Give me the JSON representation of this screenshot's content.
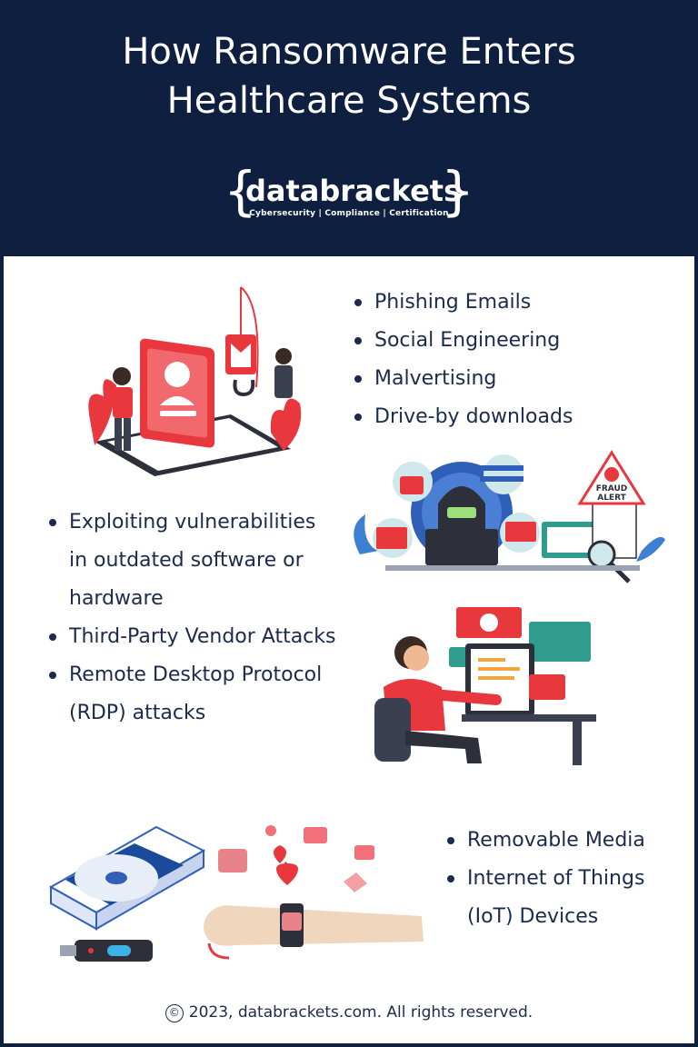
{
  "header": {
    "title_line1": "How Ransomware Enters",
    "title_line2": "Healthcare Systems"
  },
  "logo": {
    "brace_open": "{",
    "brace_close": "}",
    "word": "databrackets",
    "tagline": "Cybersecurity | Compliance | Certification"
  },
  "section1": {
    "items": [
      "Phishing Emails",
      "Social Engineering",
      "Malvertising",
      "Drive-by downloads"
    ]
  },
  "section2": {
    "items": [
      "Exploiting vulnerabilities in outdated software or hardware",
      "Third-Party Vendor Attacks",
      "Remote Desktop Protocol (RDP) attacks"
    ]
  },
  "section3": {
    "items": [
      "Removable Media",
      "Internet of Things (IoT) Devices"
    ]
  },
  "illustrations": {
    "fraud_alert_line1": "FRAUD",
    "fraud_alert_line2": "ALERT"
  },
  "footer": {
    "copyright_symbol": "©",
    "text": "2023, databrackets.com. All rights reserved."
  },
  "colors": {
    "navy": "#0e1f3f",
    "red": "#e8383d",
    "teal": "#2f9c8e",
    "blue": "#2f5fb8"
  }
}
